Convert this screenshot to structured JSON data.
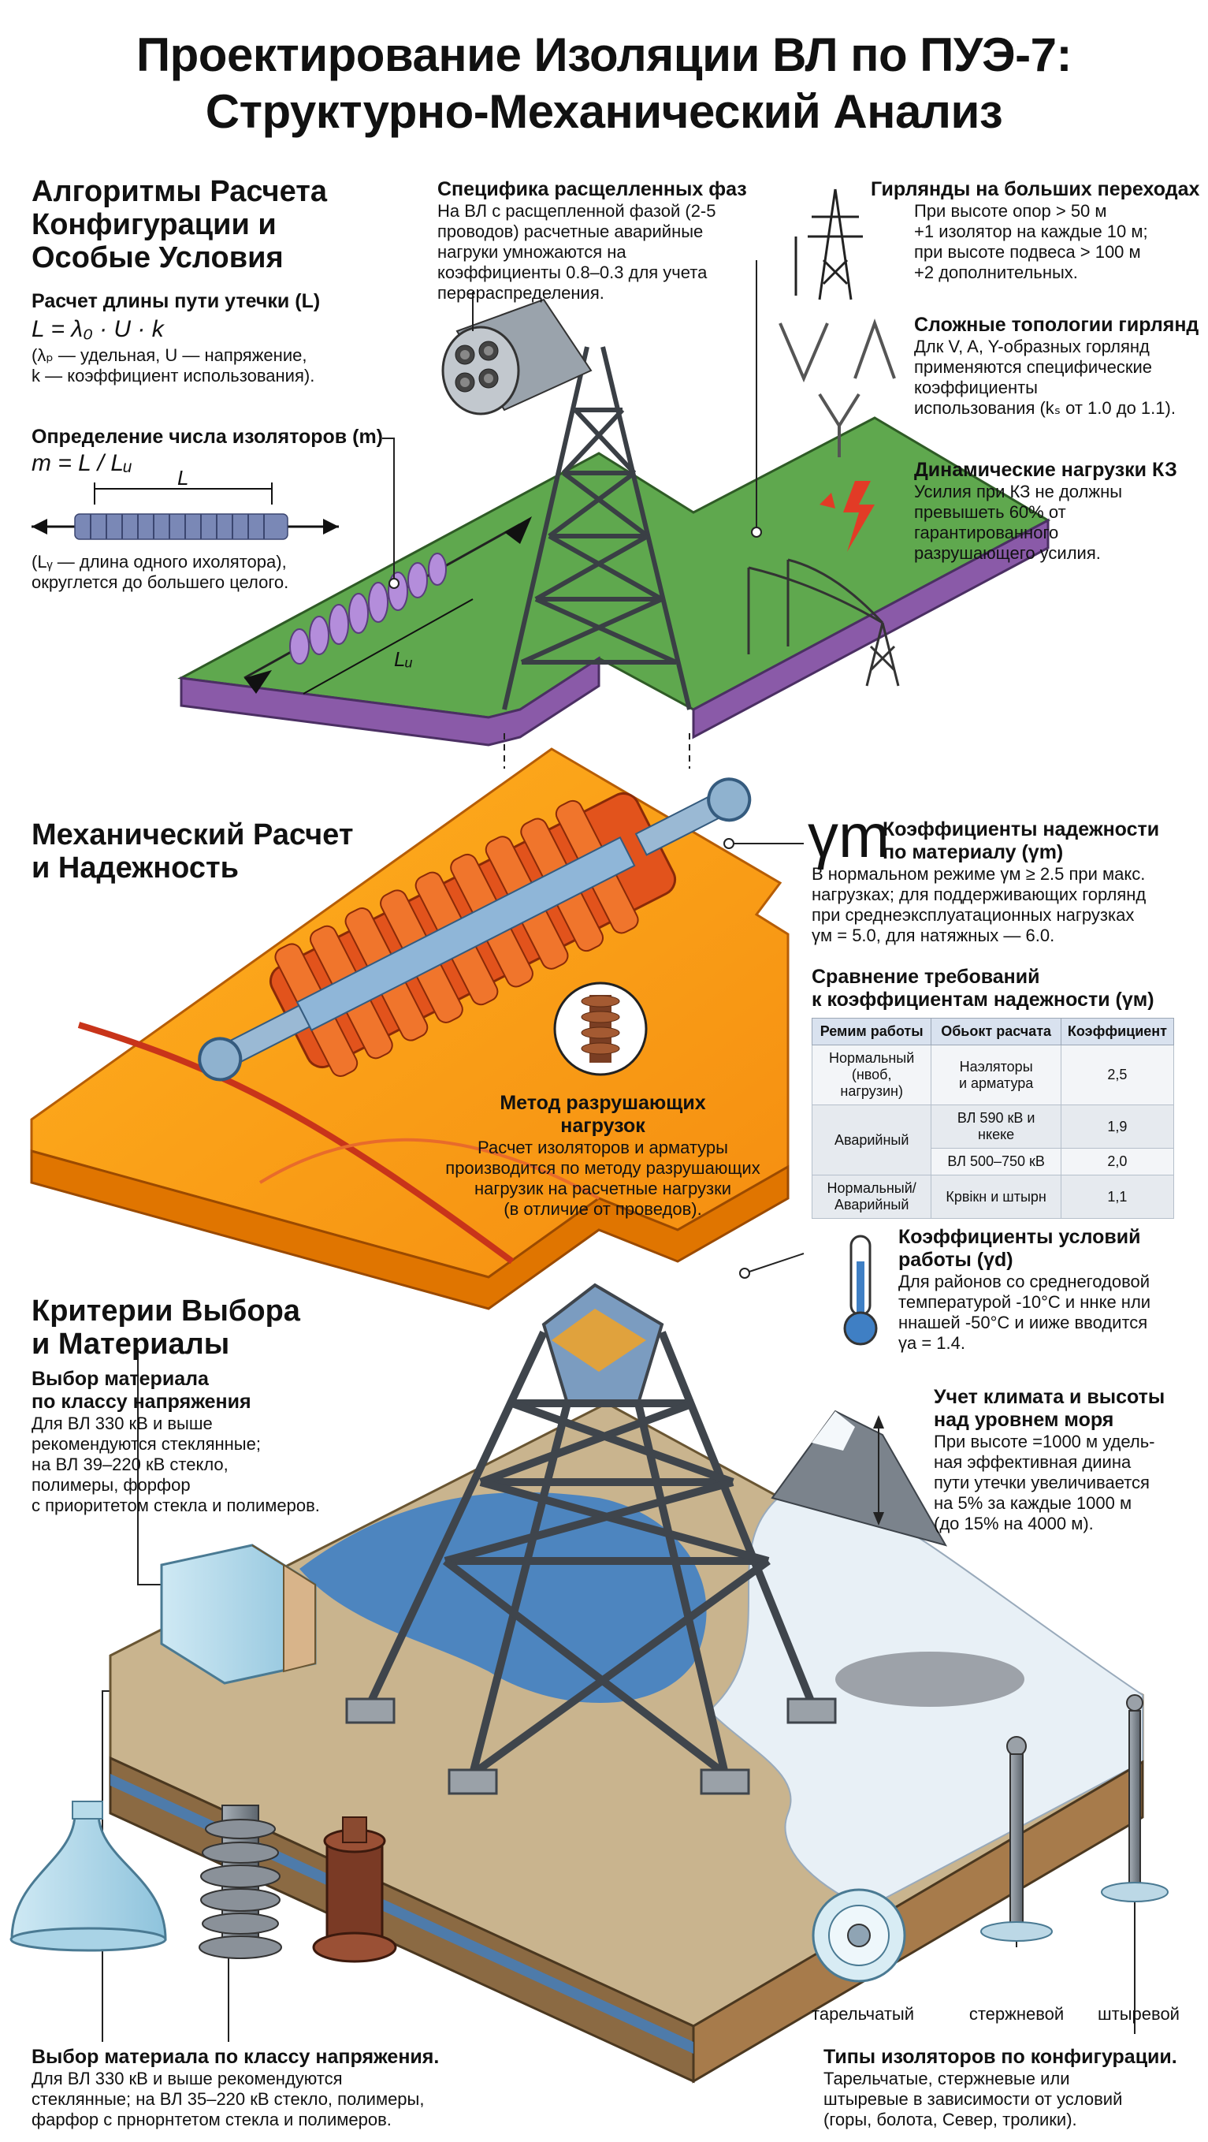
{
  "title": {
    "line1": "Проектирование Изоляции ВЛ по ПУЭ-7:",
    "line2": "Структурно-Механический Анализ"
  },
  "section_algorithms": {
    "heading_l1": "Алгоритмы Расчета",
    "heading_l2": "Конфигурации и",
    "heading_l3": "Особые Условия",
    "leak_title": "Расчет длины пути утечки (L)",
    "leak_formula": "L = λ₀ · U · k",
    "leak_desc_l1": "(λₚ — удельная, U — напряжение,",
    "leak_desc_l2": "k — коэффициент использования).",
    "count_title": "Определение числа изоляторов (m)",
    "count_formula": "m = L / Lᵤ",
    "dim_L": "L",
    "dim_Lu": "Lᵤ",
    "count_desc_l1": "(Lᵧ — длина одного ихолятора),",
    "count_desc_l2": "округлется до большего целого."
  },
  "split_phase": {
    "title": "Специфика расщелленных фаз",
    "text_l1": "На ВЛ с расщепленной фазой (2-5",
    "text_l2": "проводов) расчетные аварийные",
    "text_l3": "нагруки умножаются на",
    "text_l4": "коэффициенты 0.8–0.3 для учета",
    "text_l5": "перераспределения."
  },
  "big_crossings": {
    "title": "Гирлянды на больших переходах",
    "text_l1": "При высоте опор > 50 м",
    "text_l2": "+1 изолятор на каждые 10 м;",
    "text_l3": "при высоте подвеса > 100 м",
    "text_l4": "+2 дополнительных."
  },
  "topologies": {
    "title": "Сложные топологии гирлянд",
    "text_l1": "Длк V, A, Y-образных горлянд",
    "text_l2": "применяются специфические",
    "text_l3": "коэффициенты",
    "text_l4": "использования (kₛ от 1.0 до 1.1)."
  },
  "short_circuit": {
    "title": "Динамические нагрузки КЗ",
    "text_l1": "Усилия при КЗ не должны",
    "text_l2": "превышеть 60% от",
    "text_l3": "гарантированного",
    "text_l4": "разрушающего усилия."
  },
  "section_mechanical": {
    "heading_l1": "Механический Расчет",
    "heading_l2": "и Надежность",
    "method_title_l1": "Метод разрушающих",
    "method_title_l2": "нагрузок",
    "method_text_l1": "Расчет изоляторов и арматуры",
    "method_text_l2": "производится по методу разрушающих",
    "method_text_l3": "нагрузик на расчетные нагрузки",
    "method_text_l4": "(в отличие от проведов)."
  },
  "gamma_m": {
    "symbol": "γm",
    "title_l1": "Коэффициенты надежности",
    "title_l2": "по материалу (γm)",
    "text_l1": "В нормальном режиме γм ≥ 2.5 при макс.",
    "text_l2": "нагрузках; для поддерживающих горлянд",
    "text_l3": "при среднеэксплуатационных нагрузках",
    "text_l4": "γм = 5.0, для натяжных — 6.0."
  },
  "req_table": {
    "title_l1": "Сравнение требований",
    "title_l2": "к коэффициентам надежности (γм)",
    "headers": [
      "Ремим работы",
      "Обьокт расчата",
      "Коэффициент"
    ],
    "r1": {
      "mode_l1": "Нормальный",
      "mode_l2": "(нвоб, нагрузин)",
      "object_l1": "Наэляторы",
      "object_l2": "и арматура",
      "value": "2,5"
    },
    "r2": {
      "mode": "Аварийный",
      "object": "ВЛ 590 кВ и нкеке",
      "value": "1,9"
    },
    "r3": {
      "object": "ВЛ 500–750 кВ",
      "value": "2,0"
    },
    "r4": {
      "mode_l1": "Нормальный/",
      "mode_l2": "Аварийный",
      "object": "Крвікн и штырн",
      "value": "1,1"
    }
  },
  "gamma_d": {
    "title_l1": "Коэффициенты условий",
    "title_l2": "работы (γd)",
    "text_l1": "Для районов со среднегодовой",
    "text_l2": "температурой -10°С и ннке нли",
    "text_l3": "ннашей -50°С и ииже вводится",
    "text_l4": "γа = 1.4."
  },
  "section_criteria": {
    "heading_l1": "Критерии Выбора",
    "heading_l2": "и Материалы",
    "mat_title_l1": "Выбор материала",
    "mat_title_l2": "по классу напряжения",
    "mat_text_l1": "Для ВЛ 330 кВ и выше",
    "mat_text_l2": "рекомендуются стеклянные;",
    "mat_text_l3": "на ВЛ 39–220 кВ стекло,",
    "mat_text_l4": "полимеры, форфор",
    "mat_text_l5": "с приоритетом стекла и полимеров."
  },
  "climate": {
    "title_l1": "Учет климата и высоты",
    "title_l2": "над уровнем моря",
    "text_l1": "При высоте =1000 м удель-",
    "text_l2": "ная эффективная диина",
    "text_l3": "пути утечки увеличивается",
    "text_l4": "на 5% за каждые 1000 м",
    "text_l5": "(до 15% на 4000 м)."
  },
  "bottom_left": {
    "title": "Выбор материала по классу напряжения.",
    "text_l1": "Для ВЛ 330 кВ и выше рекомендуются",
    "text_l2": "стеклянные; на ВЛ 35–220 кВ стекло, полимеры,",
    "text_l3": "фарфор с прнорнтетом стекла и полимеров."
  },
  "bottom_right": {
    "label_disc": "тарельчатый",
    "label_rod": "стержневой",
    "label_pin": "штыревой",
    "title": "Типы изоляторов по конфигурации.",
    "text_l1": "Тарельчатые, стержневые или",
    "text_l2": "штыревые в зависимости от условий",
    "text_l3": "(горы, болота, Север, тролики)."
  },
  "colors": {
    "ground_green": "#5fa84e",
    "ground_purple": "#8a5aa8",
    "platform_orange": "#f7a11a",
    "insulator_orange": "#e2531c",
    "water_blue": "#3f7fc4",
    "sand": "#c9b48e",
    "snow": "#e8f0f6"
  }
}
